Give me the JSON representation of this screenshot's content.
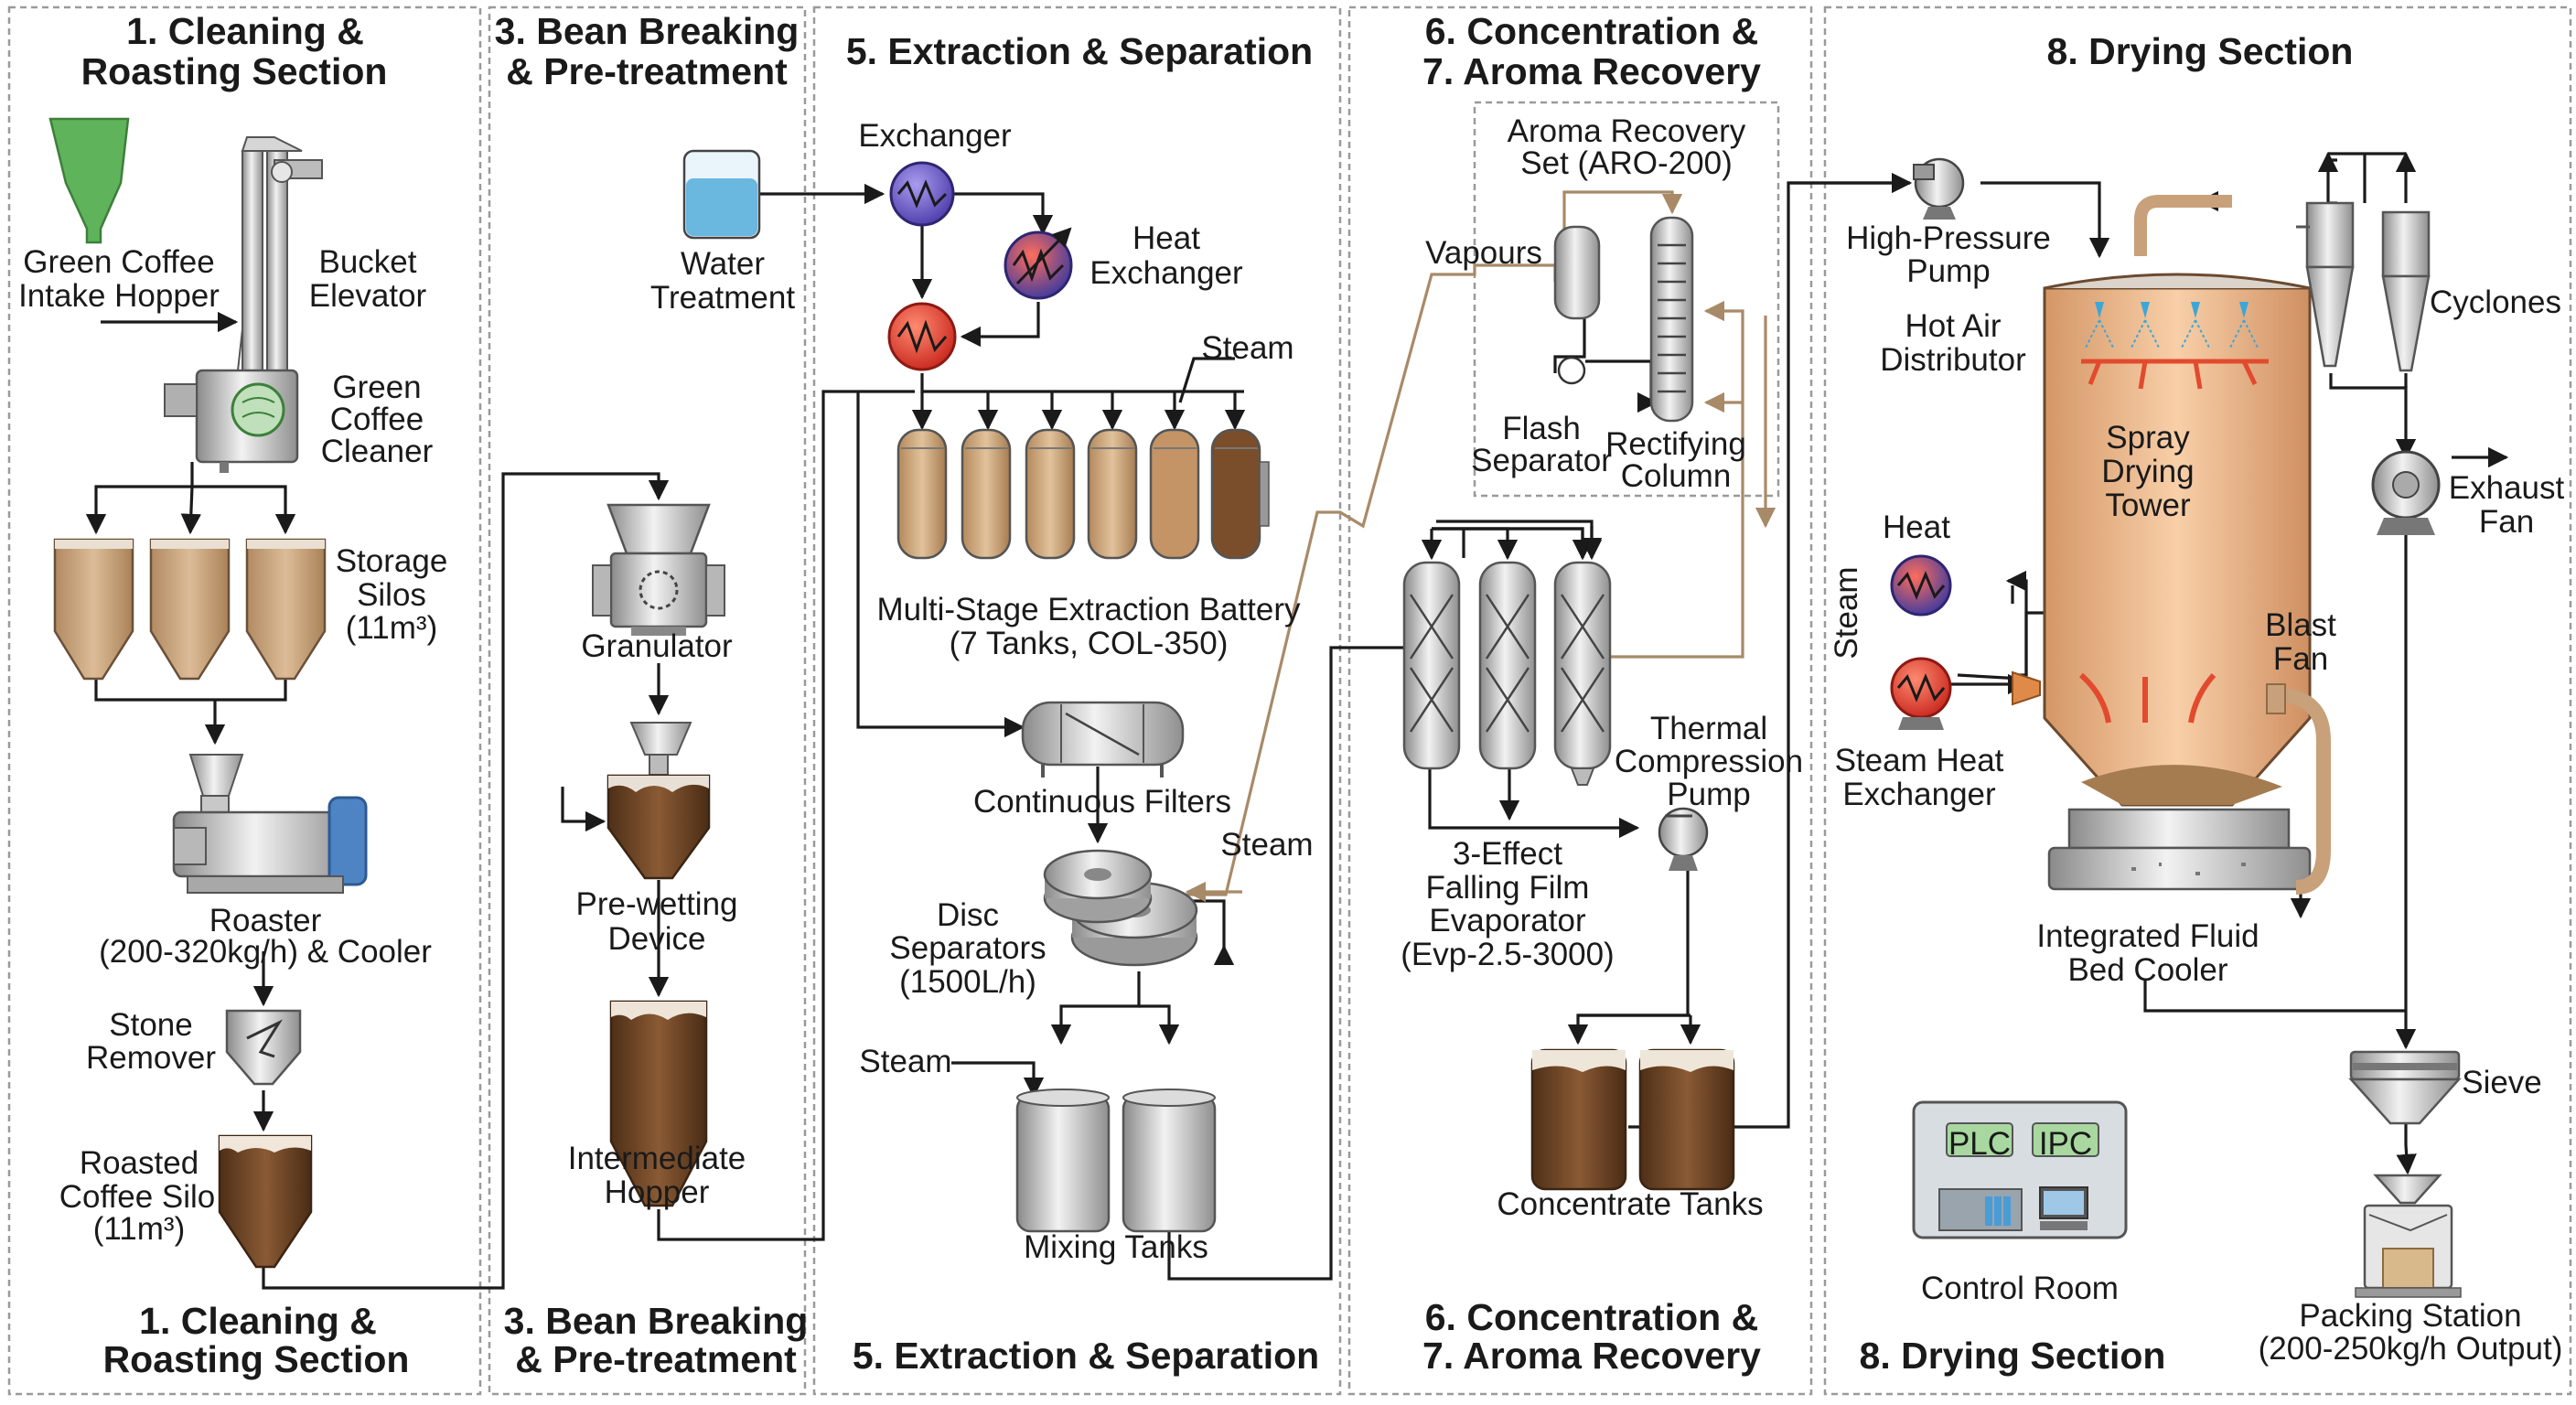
{
  "sections": {
    "s1": {
      "line1": "1. Cleaning &",
      "line2": "Roasting Section"
    },
    "s3": {
      "line1": "3. Bean Breaking",
      "line2": "& Pre-treatment"
    },
    "s5": {
      "line1": "5. Extraction & Separation"
    },
    "s6": {
      "line1": "6. Concentration &",
      "line2": "7. Aroma Recovery"
    },
    "s8": {
      "line1": "8. Drying Section"
    }
  },
  "equipment": {
    "intake_hopper": [
      "Green Coffee",
      "Intake Hopper"
    ],
    "bucket_elevator": [
      "Bucket",
      "Elevator"
    ],
    "cleaner": [
      "Green",
      "Coffee",
      "Cleaner"
    ],
    "storage_silos": [
      "Storage",
      "Silos",
      "(11m³)"
    ],
    "roaster": [
      "Roaster",
      "(200-320kg/h) & Cooler"
    ],
    "stone_remover": [
      "Stone",
      "Remover"
    ],
    "roasted_silo": [
      "Roasted",
      "Coffee Silo",
      "(11m³)"
    ],
    "granulator": [
      "Granulator"
    ],
    "prewetting": [
      "Pre-wetting",
      "Device"
    ],
    "intermediate_hopper": [
      "Intermediate",
      "Hopper"
    ],
    "water_treatment": [
      "Water",
      "Treatment"
    ],
    "exchanger": [
      "Exchanger"
    ],
    "heat_exchanger": [
      "Heat",
      "Exchanger"
    ],
    "steam_extraction": "Steam",
    "extraction_battery": [
      "Multi-Stage Extraction Battery",
      "(7 Tanks, COL-350)"
    ],
    "continuous_filters": [
      "Continuous Filters"
    ],
    "steam_disc": "Steam",
    "disc_separators": [
      "Disc",
      "Separators",
      "(1500L/h)"
    ],
    "steam_mixing": "Steam",
    "mixing_tanks": [
      "Mixing Tanks"
    ],
    "aroma_recovery": [
      "Aroma Recovery",
      "Set (ARO-200)"
    ],
    "vapours": "Vapours",
    "flash_separator": [
      "Flash",
      "Separator"
    ],
    "rectifying_column": [
      "Rectifying",
      "Column"
    ],
    "evaporator": [
      "3-Effect",
      "Falling Film",
      "Evaporator",
      "(Evp-2.5-3000)"
    ],
    "thermal_pump": [
      "Thermal",
      "Compression",
      "Pump"
    ],
    "concentrate_tanks": [
      "Concentrate Tanks"
    ],
    "hp_pump": [
      "High-Pressure",
      "Pump"
    ],
    "hot_air": [
      "Hot Air",
      "Distributor"
    ],
    "spray_tower": [
      "Spray",
      "Drying",
      "Tower"
    ],
    "cyclones": [
      "Cyclones"
    ],
    "exhaust_fan": [
      "Exhaust",
      "Fan"
    ],
    "heat": "Heat",
    "steam_side": "Steam",
    "steam_hx": [
      "Steam Heat",
      "Exchanger"
    ],
    "blast_fan": [
      "Blast",
      "Fan"
    ],
    "fluid_bed": [
      "Integrated Fluid",
      "Bed Cooler"
    ],
    "sieve": [
      "Sieve"
    ],
    "control_room": {
      "plc": "PLC",
      "ipc": "IPC",
      "label": "Control Room"
    },
    "packing": [
      "Packing Station",
      "(200-250kg/h Output)"
    ]
  },
  "colors": {
    "border": "#9a9a9a",
    "line": "#1a1a1a",
    "steam_line": "#a88a68",
    "silo_fill": "#c8a27c",
    "coffee_dark": "#6b4226",
    "water": "#6ab7e0",
    "heater_red": "#e0463a",
    "exchanger_purple": "#6a5acd",
    "hopper_green": "#5fb35a",
    "tower_fill": "#f0b98a"
  }
}
